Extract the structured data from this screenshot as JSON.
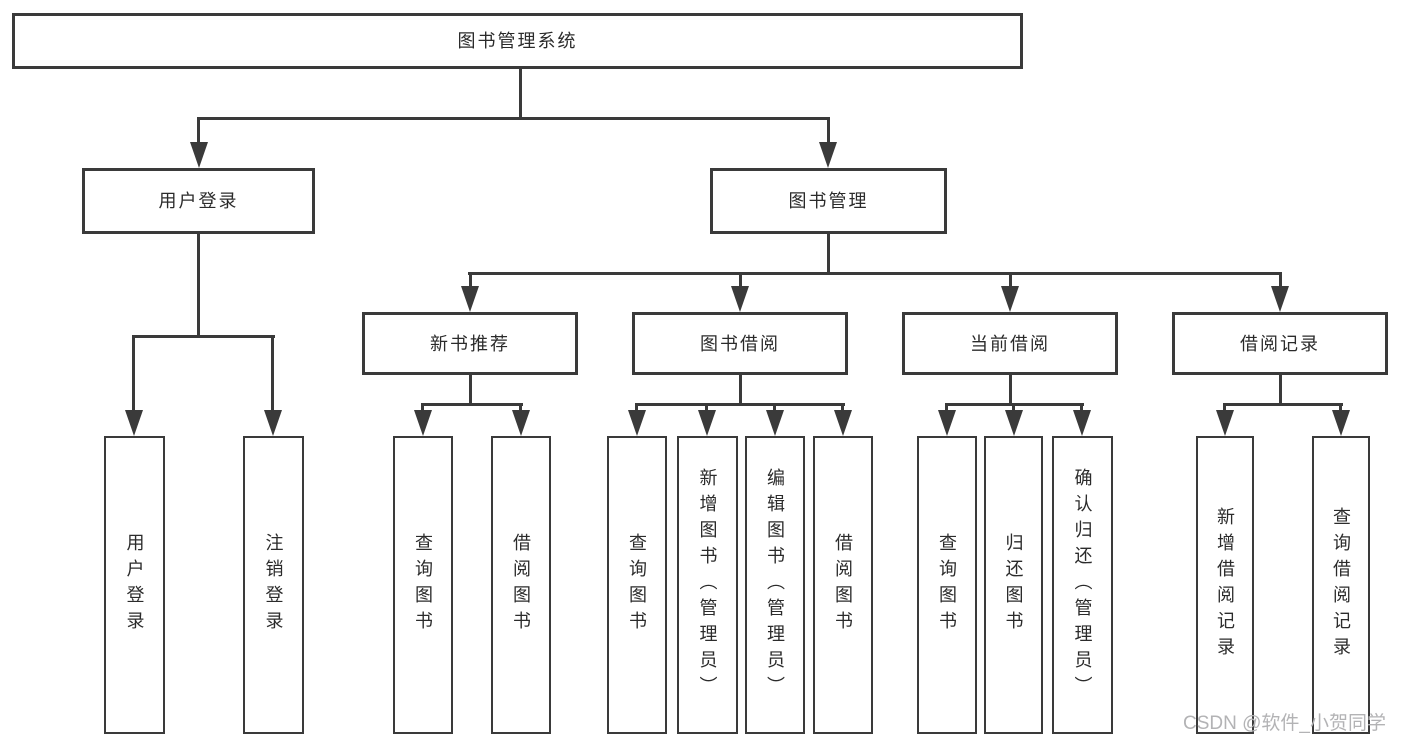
{
  "diagram": {
    "type": "tree",
    "title": "图书管理系统",
    "watermark": "CSDN @软件_小贺同学",
    "colors": {
      "line": "#3a3a3a",
      "box_border": "#3a3a3a",
      "box_background": "#ffffff",
      "text": "#2b2b2b",
      "watermark_text": "#b3b3b5",
      "background": "#ffffff"
    },
    "tree": {
      "label": "图书管理系统",
      "children": [
        {
          "label": "用户登录",
          "children": [
            {
              "label": "用户登录"
            },
            {
              "label": "注销登录"
            }
          ]
        },
        {
          "label": "图书管理",
          "children": [
            {
              "label": "新书推荐",
              "children": [
                {
                  "label": "查询图书"
                },
                {
                  "label": "借阅图书"
                }
              ]
            },
            {
              "label": "图书借阅",
              "children": [
                {
                  "label": "查询图书"
                },
                {
                  "label": "新增图书（管理员）"
                },
                {
                  "label": "编辑图书（管理员）"
                },
                {
                  "label": "借阅图书"
                }
              ]
            },
            {
              "label": "当前借阅",
              "children": [
                {
                  "label": "查询图书"
                },
                {
                  "label": "归还图书"
                },
                {
                  "label": "确认归还（管理员）"
                }
              ]
            },
            {
              "label": "借阅记录",
              "children": [
                {
                  "label": "新增借阅记录"
                },
                {
                  "label": "查询借阅记录"
                }
              ]
            }
          ]
        }
      ]
    }
  }
}
